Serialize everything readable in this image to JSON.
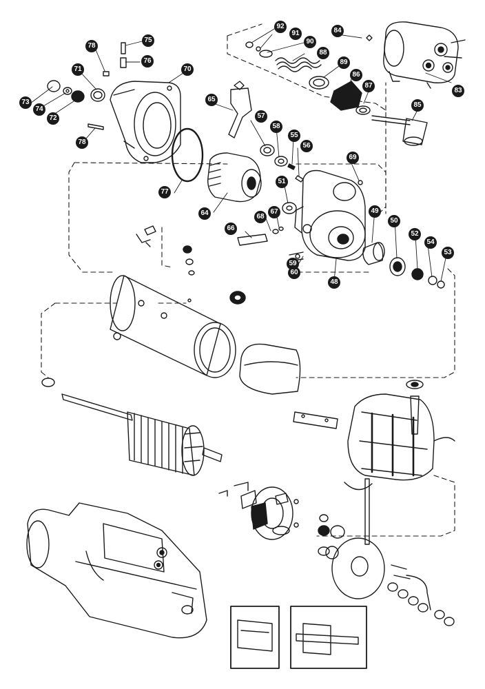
{
  "diagram": {
    "colors": {
      "ink": "#1a1a1a",
      "paper": "#ffffff"
    },
    "callouts": [
      {
        "id": "c92",
        "label": "92"
      },
      {
        "id": "c91",
        "label": "91"
      },
      {
        "id": "c90",
        "label": "90"
      },
      {
        "id": "c88",
        "label": "88"
      },
      {
        "id": "c84",
        "label": "84"
      },
      {
        "id": "c89",
        "label": "89"
      },
      {
        "id": "c86",
        "label": "86"
      },
      {
        "id": "c83",
        "label": "83"
      },
      {
        "id": "c87",
        "label": "87"
      },
      {
        "id": "c85",
        "label": "85"
      },
      {
        "id": "c75",
        "label": "75"
      },
      {
        "id": "c76",
        "label": "76"
      },
      {
        "id": "c78a",
        "label": "78"
      },
      {
        "id": "c71",
        "label": "71"
      },
      {
        "id": "c70",
        "label": "70"
      },
      {
        "id": "c73",
        "label": "73"
      },
      {
        "id": "c74",
        "label": "74"
      },
      {
        "id": "c72",
        "label": "72"
      },
      {
        "id": "c78b",
        "label": "78"
      },
      {
        "id": "c77",
        "label": "77"
      },
      {
        "id": "c65",
        "label": "65"
      },
      {
        "id": "c57",
        "label": "57"
      },
      {
        "id": "c58",
        "label": "58"
      },
      {
        "id": "c55",
        "label": "55"
      },
      {
        "id": "c56",
        "label": "56"
      },
      {
        "id": "c69",
        "label": "69"
      },
      {
        "id": "c51",
        "label": "51"
      },
      {
        "id": "c64",
        "label": "64"
      },
      {
        "id": "c67",
        "label": "67"
      },
      {
        "id": "c68",
        "label": "68"
      },
      {
        "id": "c66",
        "label": "66"
      },
      {
        "id": "c49",
        "label": "49"
      },
      {
        "id": "c50",
        "label": "50"
      },
      {
        "id": "c52",
        "label": "52"
      },
      {
        "id": "c54",
        "label": "54"
      },
      {
        "id": "c53",
        "label": "53"
      },
      {
        "id": "c59",
        "label": "59"
      },
      {
        "id": "c60",
        "label": "60"
      },
      {
        "id": "c48",
        "label": "48"
      }
    ]
  }
}
